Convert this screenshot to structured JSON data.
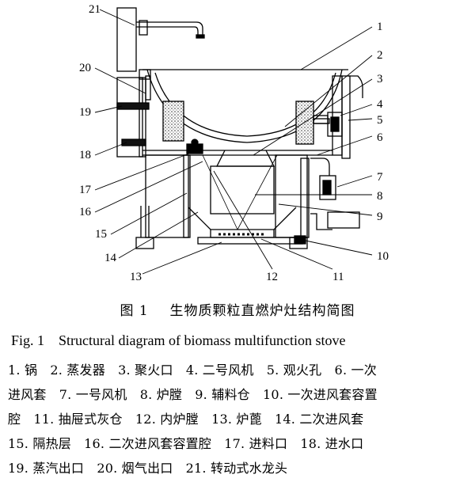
{
  "figure": {
    "labels": [
      "1",
      "2",
      "3",
      "4",
      "5",
      "6",
      "7",
      "8",
      "9",
      "10",
      "11",
      "12",
      "13",
      "14",
      "15",
      "16",
      "17",
      "18",
      "19",
      "20",
      "21"
    ]
  },
  "caption": {
    "cn_label": "图 1",
    "cn_title": "生物质颗粒直燃炉灶结构简图",
    "en_label": "Fig. 1",
    "en_title": "Structural diagram of biomass multifunction stove"
  },
  "legend": {
    "lines": [
      "1. 锅　2. 蒸发器　3. 聚火口　4. 二号风机　5. 观火孔　6. 一次",
      "进风套　7. 一号风机　8. 炉膛　9. 辅料仓　10. 一次进风套容置",
      "腔　11. 抽屉式灰仓　12. 内炉膛　13. 炉蓖　14. 二次进风套",
      "15. 隔热层　16. 二次进风套容置腔　17. 进料口　18. 进水口",
      "19. 蒸汽出口　20. 烟气出口　21. 转动式水龙头"
    ]
  }
}
